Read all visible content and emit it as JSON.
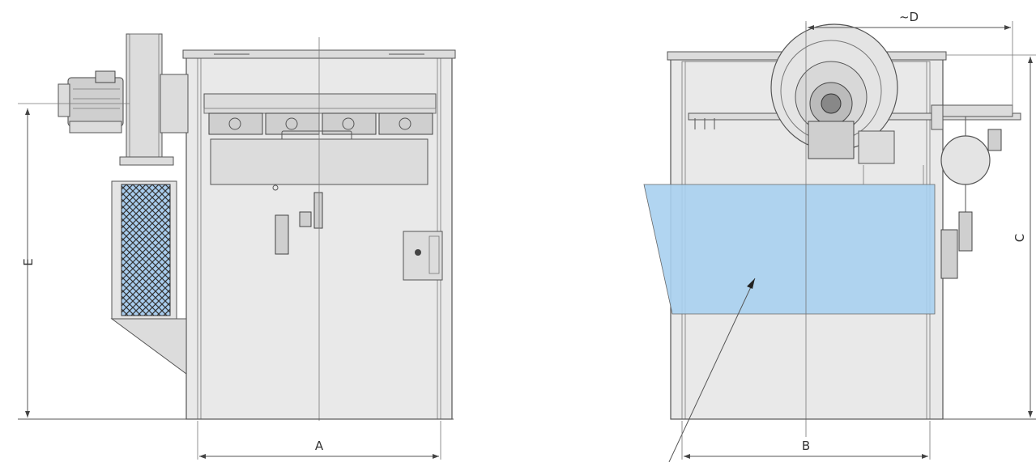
{
  "dimensions": {
    "a": "A",
    "b": "B",
    "c": "C",
    "d": "~D",
    "e": "E"
  },
  "colors": {
    "filter_fill": "#a9cdee",
    "highlight_fill": "#a9d0f0",
    "line": "#555555",
    "body": "#e9e9e9"
  }
}
